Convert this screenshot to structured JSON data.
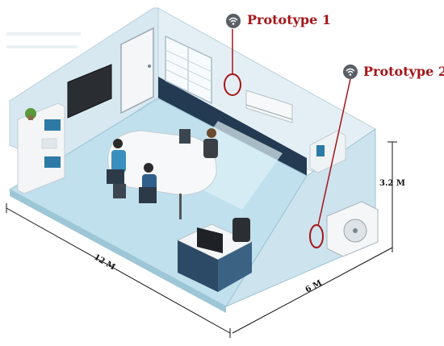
{
  "labels": {
    "prototype_1": "Prototype 1",
    "prototype_2": "Prototype 2"
  },
  "dimensions": {
    "length": "12 M",
    "width": "6 M",
    "height": "3.2 M"
  },
  "colors": {
    "annotation": "#a4161a",
    "wall": "#cfe3ee",
    "floor": "#bfe0ec",
    "wall_dark_band": "#243a52"
  },
  "icons": [
    "wifi-icon",
    "door-icon",
    "window-icon",
    "tv-icon",
    "air-conditioner-icon",
    "outdoor-ac-unit-icon",
    "plant-icon",
    "computer-monitor-icon"
  ]
}
